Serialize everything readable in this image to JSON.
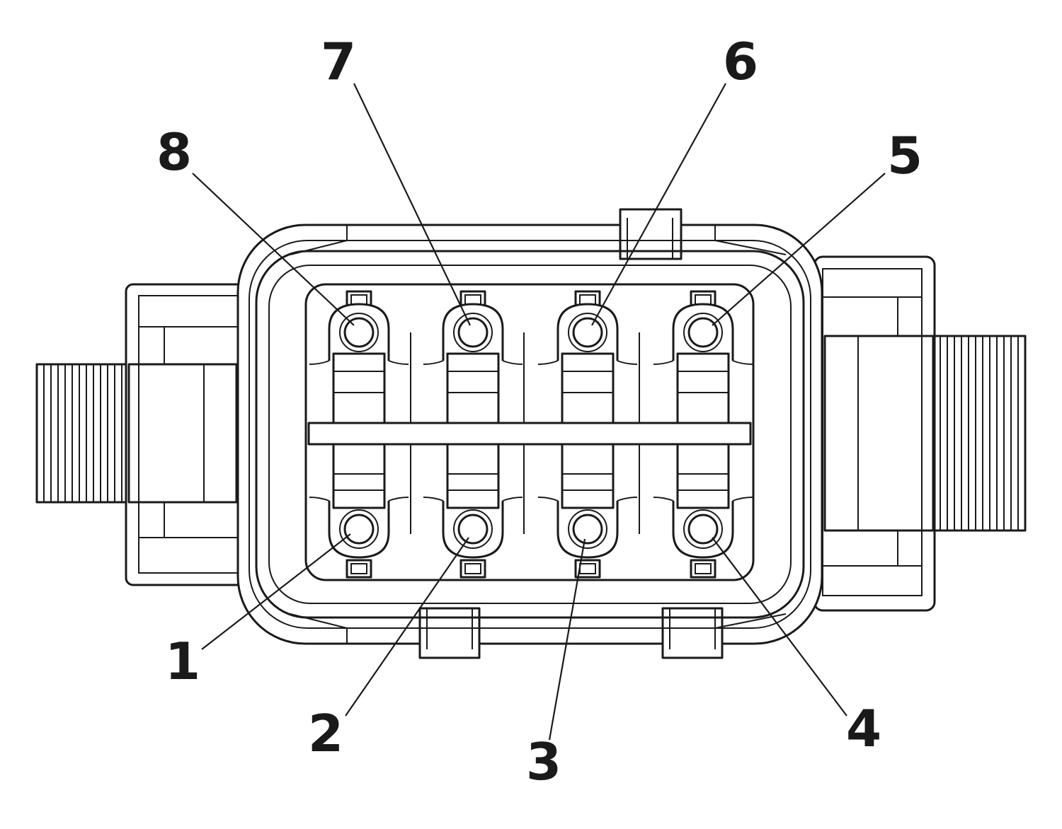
{
  "diagram": {
    "pins": [
      {
        "id": 1,
        "label": "1"
      },
      {
        "id": 2,
        "label": "2"
      },
      {
        "id": 3,
        "label": "3"
      },
      {
        "id": 4,
        "label": "4"
      },
      {
        "id": 5,
        "label": "5"
      },
      {
        "id": 6,
        "label": "6"
      },
      {
        "id": 7,
        "label": "7"
      },
      {
        "id": 8,
        "label": "8"
      }
    ]
  }
}
